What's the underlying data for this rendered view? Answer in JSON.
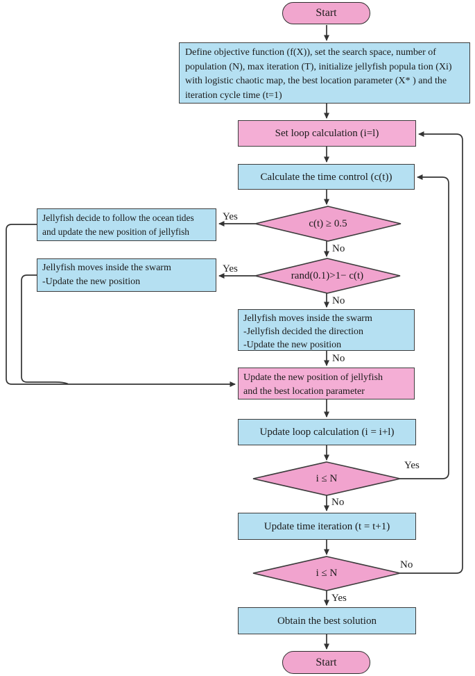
{
  "colors": {
    "process_blue": "#b5e0f2",
    "process_pink": "#f4aed5",
    "decision_pink": "#f1a3ce",
    "terminal_pink": "#f1a6ce",
    "border": "#3c3c3c",
    "connector": "#333333",
    "text": "#1a1a1a"
  },
  "nodes": {
    "start_top": "Start",
    "init": "Define objective function (f(X)), set the search space, number of\npopulation (N), max iteration (T), initialize jellyfish popula tion (Xi)\nwith logistic chaotic map, the best location parameter (X* ) and the\niteration cycle time (t=1)",
    "set_loop": "Set loop calculation (i=l)",
    "calc_time": "Calculate the time control (c(t))",
    "cond_time": "c(t) ≥ 0.5",
    "ocean": "Jellyfish decide to follow the ocean tides\nand update the new position of jellyfish",
    "cond_rand": "rand(0.1)>1− c(t)",
    "swarm": "Jellyfish moves inside the swarm\n-Update the new position",
    "move_inside": "Jellyfish moves inside the swarm\n-Jellyfish decided the direction\n-Update the new position",
    "update_pos": "Update the new position of jellyfish\nand the best location parameter",
    "update_loop": "Update loop calculation (i = i+l)",
    "cond_i1": "i ≤ N",
    "update_time": "Update time iteration (t = t+1)",
    "cond_i2": "i ≤ N",
    "obtain": "Obtain the best solution",
    "start_bottom": "Start"
  },
  "edge_labels": {
    "yes1": "Yes",
    "no1": "No",
    "yes2": "Yes",
    "no2": "No",
    "no3": "No",
    "yes3": "Yes",
    "no4": "No",
    "no5": "No",
    "yes4": "Yes"
  }
}
